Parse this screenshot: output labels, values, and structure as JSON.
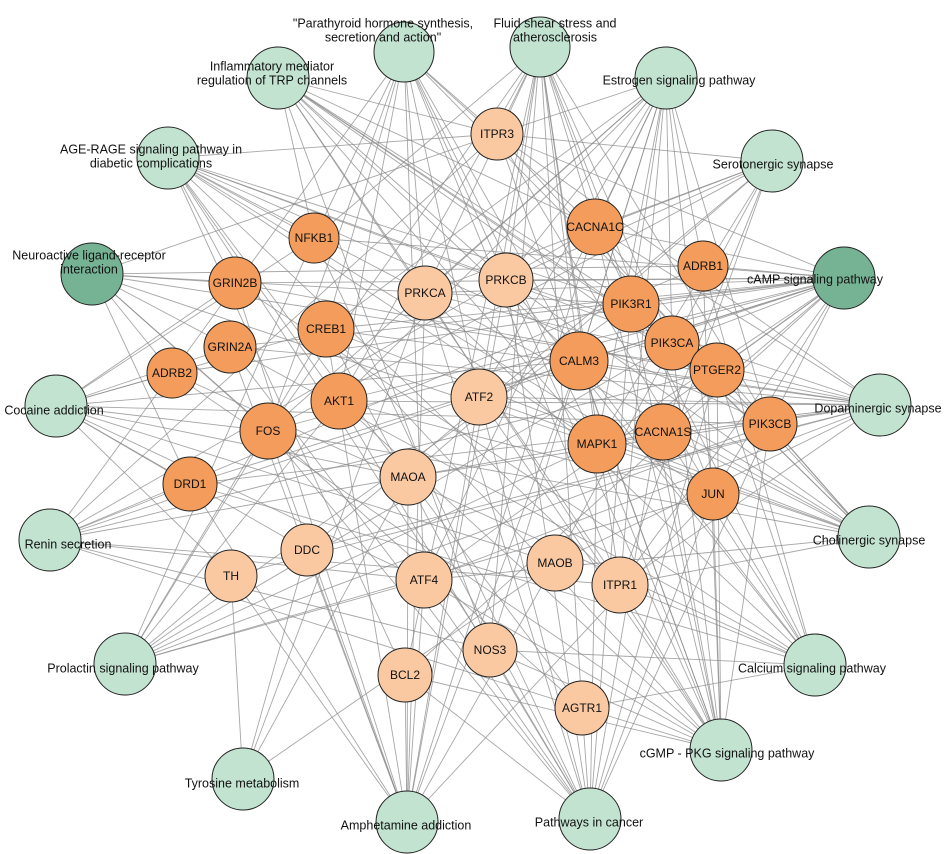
{
  "colors": {
    "pathway": "#c3e3d1",
    "pathway_highlight": "#76b394",
    "gene_strong": "#f39c5b",
    "gene_light": "#fac9a2",
    "edge": "#8a8a8a",
    "outline": "#222222"
  },
  "pathways": [
    {
      "id": "pthr",
      "label_lines": [
        "\"Parathyroid hormone synthesis,",
        "secretion and action\""
      ],
      "highlight": false
    },
    {
      "id": "fluid",
      "label_lines": [
        "Fluid shear stress and",
        "atherosclerosis"
      ],
      "highlight": false
    },
    {
      "id": "estrogen",
      "label_lines": [
        "Estrogen signaling pathway"
      ],
      "highlight": false
    },
    {
      "id": "serotonergic",
      "label_lines": [
        "Serotonergic synapse"
      ],
      "highlight": false
    },
    {
      "id": "camp",
      "label_lines": [
        "cAMP signaling pathway"
      ],
      "highlight": true
    },
    {
      "id": "dopaminergic",
      "label_lines": [
        "Dopaminergic synapse"
      ],
      "highlight": false
    },
    {
      "id": "cholinergic",
      "label_lines": [
        "Cholinergic synapse"
      ],
      "highlight": false
    },
    {
      "id": "calcium",
      "label_lines": [
        "Calcium signaling pathway"
      ],
      "highlight": false
    },
    {
      "id": "cgmp",
      "label_lines": [
        "cGMP - PKG signaling pathway"
      ],
      "highlight": false
    },
    {
      "id": "cancer",
      "label_lines": [
        "Pathways in cancer"
      ],
      "highlight": false
    },
    {
      "id": "amphetamine",
      "label_lines": [
        "Amphetamine addiction"
      ],
      "highlight": false
    },
    {
      "id": "tyrosine",
      "label_lines": [
        "Tyrosine metabolism"
      ],
      "highlight": false
    },
    {
      "id": "prolactin",
      "label_lines": [
        "Prolactin signaling pathway"
      ],
      "highlight": false
    },
    {
      "id": "renin",
      "label_lines": [
        "Renin secretion"
      ],
      "highlight": false
    },
    {
      "id": "cocaine",
      "label_lines": [
        "Cocaine addiction"
      ],
      "highlight": false
    },
    {
      "id": "neuroactive",
      "label_lines": [
        "Neuroactive ligand-receptor",
        "interaction"
      ],
      "highlight": true
    },
    {
      "id": "age",
      "label_lines": [
        "AGE-RAGE signaling pathway in",
        "diabetic complications"
      ],
      "highlight": false
    },
    {
      "id": "inflam",
      "label_lines": [
        "Inflammatory mediator",
        "regulation of TRP channels"
      ],
      "highlight": false
    }
  ],
  "genes": [
    {
      "id": "ITPR3",
      "label": "ITPR3",
      "tone": "light"
    },
    {
      "id": "CACNA1C",
      "label": "CACNA1C",
      "tone": "strong"
    },
    {
      "id": "NFKB1",
      "label": "NFKB1",
      "tone": "strong"
    },
    {
      "id": "ADRB1",
      "label": "ADRB1",
      "tone": "strong"
    },
    {
      "id": "GRIN2B",
      "label": "GRIN2B",
      "tone": "strong"
    },
    {
      "id": "PRKCA",
      "label": "PRKCA",
      "tone": "light"
    },
    {
      "id": "PRKCB",
      "label": "PRKCB",
      "tone": "light"
    },
    {
      "id": "PIK3R1",
      "label": "PIK3R1",
      "tone": "strong"
    },
    {
      "id": "CREB1",
      "label": "CREB1",
      "tone": "strong"
    },
    {
      "id": "GRIN2A",
      "label": "GRIN2A",
      "tone": "strong"
    },
    {
      "id": "PIK3CA",
      "label": "PIK3CA",
      "tone": "strong"
    },
    {
      "id": "CALM3",
      "label": "CALM3",
      "tone": "strong"
    },
    {
      "id": "PTGER2",
      "label": "PTGER2",
      "tone": "strong"
    },
    {
      "id": "ADRB2",
      "label": "ADRB2",
      "tone": "strong"
    },
    {
      "id": "AKT1",
      "label": "AKT1",
      "tone": "strong"
    },
    {
      "id": "ATF2",
      "label": "ATF2",
      "tone": "light"
    },
    {
      "id": "FOS",
      "label": "FOS",
      "tone": "strong"
    },
    {
      "id": "MAPK1",
      "label": "MAPK1",
      "tone": "strong"
    },
    {
      "id": "CACNA1S",
      "label": "CACNA1S",
      "tone": "strong"
    },
    {
      "id": "PIK3CB",
      "label": "PIK3CB",
      "tone": "strong"
    },
    {
      "id": "MAOA",
      "label": "MAOA",
      "tone": "light"
    },
    {
      "id": "DRD1",
      "label": "DRD1",
      "tone": "strong"
    },
    {
      "id": "JUN",
      "label": "JUN",
      "tone": "strong"
    },
    {
      "id": "DDC",
      "label": "DDC",
      "tone": "light"
    },
    {
      "id": "TH",
      "label": "TH",
      "tone": "light"
    },
    {
      "id": "ATF4",
      "label": "ATF4",
      "tone": "light"
    },
    {
      "id": "MAOB",
      "label": "MAOB",
      "tone": "light"
    },
    {
      "id": "ITPR1",
      "label": "ITPR1",
      "tone": "light"
    },
    {
      "id": "NOS3",
      "label": "NOS3",
      "tone": "light"
    },
    {
      "id": "BCL2",
      "label": "BCL2",
      "tone": "light"
    },
    {
      "id": "AGTR1",
      "label": "AGTR1",
      "tone": "light"
    }
  ],
  "edges": [
    [
      "ITPR3",
      "pthr"
    ],
    [
      "ITPR3",
      "fluid"
    ],
    [
      "ITPR3",
      "estrogen"
    ],
    [
      "ITPR3",
      "serotonergic"
    ],
    [
      "ITPR3",
      "camp"
    ],
    [
      "ITPR3",
      "dopaminergic"
    ],
    [
      "ITPR3",
      "cholinergic"
    ],
    [
      "ITPR3",
      "calcium"
    ],
    [
      "ITPR3",
      "cgmp"
    ],
    [
      "ITPR3",
      "inflam"
    ],
    [
      "ITPR3",
      "age"
    ],
    [
      "ITPR3",
      "renin"
    ],
    [
      "ITPR3",
      "neuroactive"
    ],
    [
      "ITPR1",
      "pthr"
    ],
    [
      "ITPR1",
      "fluid"
    ],
    [
      "ITPR1",
      "estrogen"
    ],
    [
      "ITPR1",
      "serotonergic"
    ],
    [
      "ITPR1",
      "camp"
    ],
    [
      "ITPR1",
      "dopaminergic"
    ],
    [
      "ITPR1",
      "cholinergic"
    ],
    [
      "ITPR1",
      "calcium"
    ],
    [
      "ITPR1",
      "cgmp"
    ],
    [
      "ITPR1",
      "inflam"
    ],
    [
      "ITPR1",
      "renin"
    ],
    [
      "ITPR1",
      "age"
    ],
    [
      "CALM3",
      "pthr"
    ],
    [
      "CALM3",
      "fluid"
    ],
    [
      "CALM3",
      "estrogen"
    ],
    [
      "CALM3",
      "camp"
    ],
    [
      "CALM3",
      "dopaminergic"
    ],
    [
      "CALM3",
      "cholinergic"
    ],
    [
      "CALM3",
      "calcium"
    ],
    [
      "CALM3",
      "cgmp"
    ],
    [
      "CALM3",
      "inflam"
    ],
    [
      "CALM3",
      "renin"
    ],
    [
      "CALM3",
      "amphetamine"
    ],
    [
      "CALM3",
      "cocaine"
    ],
    [
      "PRKCA",
      "pthr"
    ],
    [
      "PRKCA",
      "fluid"
    ],
    [
      "PRKCA",
      "estrogen"
    ],
    [
      "PRKCA",
      "serotonergic"
    ],
    [
      "PRKCA",
      "camp"
    ],
    [
      "PRKCA",
      "dopaminergic"
    ],
    [
      "PRKCA",
      "cholinergic"
    ],
    [
      "PRKCA",
      "calcium"
    ],
    [
      "PRKCA",
      "cgmp"
    ],
    [
      "PRKCA",
      "inflam"
    ],
    [
      "PRKCA",
      "age"
    ],
    [
      "PRKCA",
      "cancer"
    ],
    [
      "PRKCA",
      "amphetamine"
    ],
    [
      "PRKCA",
      "tyrosine"
    ],
    [
      "PRKCB",
      "pthr"
    ],
    [
      "PRKCB",
      "fluid"
    ],
    [
      "PRKCB",
      "estrogen"
    ],
    [
      "PRKCB",
      "serotonergic"
    ],
    [
      "PRKCB",
      "camp"
    ],
    [
      "PRKCB",
      "dopaminergic"
    ],
    [
      "PRKCB",
      "cholinergic"
    ],
    [
      "PRKCB",
      "calcium"
    ],
    [
      "PRKCB",
      "cgmp"
    ],
    [
      "PRKCB",
      "inflam"
    ],
    [
      "PRKCB",
      "age"
    ],
    [
      "PRKCB",
      "cancer"
    ],
    [
      "PRKCB",
      "amphetamine"
    ],
    [
      "PIK3R1",
      "estrogen"
    ],
    [
      "PIK3R1",
      "camp"
    ],
    [
      "PIK3R1",
      "cholinergic"
    ],
    [
      "PIK3R1",
      "cgmp"
    ],
    [
      "PIK3R1",
      "inflam"
    ],
    [
      "PIK3R1",
      "age"
    ],
    [
      "PIK3R1",
      "fluid"
    ],
    [
      "PIK3R1",
      "prolactin"
    ],
    [
      "PIK3R1",
      "cancer"
    ],
    [
      "PIK3R1",
      "neuroactive"
    ],
    [
      "PIK3CA",
      "estrogen"
    ],
    [
      "PIK3CA",
      "camp"
    ],
    [
      "PIK3CA",
      "cholinergic"
    ],
    [
      "PIK3CA",
      "cgmp"
    ],
    [
      "PIK3CA",
      "inflam"
    ],
    [
      "PIK3CA",
      "age"
    ],
    [
      "PIK3CA",
      "fluid"
    ],
    [
      "PIK3CA",
      "prolactin"
    ],
    [
      "PIK3CA",
      "cancer"
    ],
    [
      "PIK3CB",
      "estrogen"
    ],
    [
      "PIK3CB",
      "camp"
    ],
    [
      "PIK3CB",
      "cholinergic"
    ],
    [
      "PIK3CB",
      "cgmp"
    ],
    [
      "PIK3CB",
      "inflam"
    ],
    [
      "PIK3CB",
      "age"
    ],
    [
      "PIK3CB",
      "fluid"
    ],
    [
      "PIK3CB",
      "prolactin"
    ],
    [
      "PIK3CB",
      "cancer"
    ],
    [
      "PIK3CB",
      "cocaine"
    ],
    [
      "MAPK1",
      "pthr"
    ],
    [
      "MAPK1",
      "fluid"
    ],
    [
      "MAPK1",
      "estrogen"
    ],
    [
      "MAPK1",
      "serotonergic"
    ],
    [
      "MAPK1",
      "camp"
    ],
    [
      "MAPK1",
      "dopaminergic"
    ],
    [
      "MAPK1",
      "cholinergic"
    ],
    [
      "MAPK1",
      "cgmp"
    ],
    [
      "MAPK1",
      "inflam"
    ],
    [
      "MAPK1",
      "age"
    ],
    [
      "MAPK1",
      "prolactin"
    ],
    [
      "MAPK1",
      "cancer"
    ],
    [
      "MAPK1",
      "neuroactive"
    ],
    [
      "AKT1",
      "estrogen"
    ],
    [
      "AKT1",
      "camp"
    ],
    [
      "AKT1",
      "dopaminergic"
    ],
    [
      "AKT1",
      "cholinergic"
    ],
    [
      "AKT1",
      "cgmp"
    ],
    [
      "AKT1",
      "age"
    ],
    [
      "AKT1",
      "fluid"
    ],
    [
      "AKT1",
      "prolactin"
    ],
    [
      "AKT1",
      "cancer"
    ],
    [
      "AKT1",
      "pthr"
    ],
    [
      "CREB1",
      "pthr"
    ],
    [
      "CREB1",
      "estrogen"
    ],
    [
      "CREB1",
      "camp"
    ],
    [
      "CREB1",
      "dopaminergic"
    ],
    [
      "CREB1",
      "cholinergic"
    ],
    [
      "CREB1",
      "cgmp"
    ],
    [
      "CREB1",
      "cocaine"
    ],
    [
      "CREB1",
      "amphetamine"
    ],
    [
      "CREB1",
      "cancer"
    ],
    [
      "CREB1",
      "prolactin"
    ],
    [
      "FOS",
      "pthr"
    ],
    [
      "FOS",
      "estrogen"
    ],
    [
      "FOS",
      "camp"
    ],
    [
      "FOS",
      "serotonergic"
    ],
    [
      "FOS",
      "cholinergic"
    ],
    [
      "FOS",
      "fluid"
    ],
    [
      "FOS",
      "prolactin"
    ],
    [
      "FOS",
      "cancer"
    ],
    [
      "FOS",
      "amphetamine"
    ],
    [
      "FOS",
      "cocaine"
    ],
    [
      "FOS",
      "neuroactive"
    ],
    [
      "JUN",
      "estrogen"
    ],
    [
      "JUN",
      "camp"
    ],
    [
      "JUN",
      "fluid"
    ],
    [
      "JUN",
      "prolactin"
    ],
    [
      "JUN",
      "cancer"
    ],
    [
      "JUN",
      "amphetamine"
    ],
    [
      "JUN",
      "age"
    ],
    [
      "JUN",
      "cgmp"
    ],
    [
      "NFKB1",
      "age"
    ],
    [
      "NFKB1",
      "fluid"
    ],
    [
      "NFKB1",
      "camp"
    ],
    [
      "NFKB1",
      "cancer"
    ],
    [
      "NFKB1",
      "prolactin"
    ],
    [
      "NFKB1",
      "inflam"
    ],
    [
      "NFKB1",
      "cocaine"
    ],
    [
      "NFKB1",
      "pthr"
    ],
    [
      "CACNA1C",
      "pthr"
    ],
    [
      "CACNA1C",
      "fluid"
    ],
    [
      "CACNA1C",
      "serotonergic"
    ],
    [
      "CACNA1C",
      "camp"
    ],
    [
      "CACNA1C",
      "dopaminergic"
    ],
    [
      "CACNA1C",
      "cholinergic"
    ],
    [
      "CACNA1C",
      "calcium"
    ],
    [
      "CACNA1C",
      "cgmp"
    ],
    [
      "CACNA1C",
      "renin"
    ],
    [
      "CACNA1C",
      "amphetamine"
    ],
    [
      "CACNA1C",
      "inflam"
    ],
    [
      "CACNA1C",
      "estrogen"
    ],
    [
      "CACNA1S",
      "camp"
    ],
    [
      "CACNA1S",
      "calcium"
    ],
    [
      "CACNA1S",
      "cgmp"
    ],
    [
      "CACNA1S",
      "renin"
    ],
    [
      "CACNA1S",
      "cholinergic"
    ],
    [
      "CACNA1S",
      "serotonergic"
    ],
    [
      "ADRB1",
      "camp"
    ],
    [
      "ADRB1",
      "calcium"
    ],
    [
      "ADRB1",
      "cgmp"
    ],
    [
      "ADRB1",
      "renin"
    ],
    [
      "ADRB1",
      "neuroactive"
    ],
    [
      "ADRB1",
      "estrogen"
    ],
    [
      "ADRB2",
      "camp"
    ],
    [
      "ADRB2",
      "calcium"
    ],
    [
      "ADRB2",
      "cgmp"
    ],
    [
      "ADRB2",
      "renin"
    ],
    [
      "ADRB2",
      "neuroactive"
    ],
    [
      "ADRB2",
      "pthr"
    ],
    [
      "ADRB2",
      "cocaine"
    ],
    [
      "PTGER2",
      "camp"
    ],
    [
      "PTGER2",
      "calcium"
    ],
    [
      "PTGER2",
      "cgmp"
    ],
    [
      "PTGER2",
      "renin"
    ],
    [
      "PTGER2",
      "neuroactive"
    ],
    [
      "PTGER2",
      "pthr"
    ],
    [
      "PTGER2",
      "inflam"
    ],
    [
      "PTGER2",
      "cancer"
    ],
    [
      "GRIN2A",
      "camp"
    ],
    [
      "GRIN2A",
      "dopaminergic"
    ],
    [
      "GRIN2A",
      "calcium"
    ],
    [
      "GRIN2A",
      "cocaine"
    ],
    [
      "GRIN2A",
      "amphetamine"
    ],
    [
      "GRIN2A",
      "neuroactive"
    ],
    [
      "GRIN2A",
      "cancer"
    ],
    [
      "GRIN2B",
      "camp"
    ],
    [
      "GRIN2B",
      "dopaminergic"
    ],
    [
      "GRIN2B",
      "calcium"
    ],
    [
      "GRIN2B",
      "cocaine"
    ],
    [
      "GRIN2B",
      "amphetamine"
    ],
    [
      "GRIN2B",
      "neuroactive"
    ],
    [
      "GRIN2B",
      "age"
    ],
    [
      "ATF2",
      "pthr"
    ],
    [
      "ATF2",
      "estrogen"
    ],
    [
      "ATF2",
      "camp"
    ],
    [
      "ATF2",
      "dopaminergic"
    ],
    [
      "ATF2",
      "cholinergic"
    ],
    [
      "ATF2",
      "cgmp"
    ],
    [
      "ATF2",
      "amphetamine"
    ],
    [
      "ATF2",
      "fluid"
    ],
    [
      "ATF2",
      "cancer"
    ],
    [
      "ATF4",
      "pthr"
    ],
    [
      "ATF4",
      "estrogen"
    ],
    [
      "ATF4",
      "camp"
    ],
    [
      "ATF4",
      "dopaminergic"
    ],
    [
      "ATF4",
      "cholinergic"
    ],
    [
      "ATF4",
      "cgmp"
    ],
    [
      "ATF4",
      "amphetamine"
    ],
    [
      "ATF4",
      "cocaine"
    ],
    [
      "ATF4",
      "cancer"
    ],
    [
      "ATF4",
      "renin"
    ],
    [
      "ATF4",
      "prolactin"
    ],
    [
      "MAOA",
      "serotonergic"
    ],
    [
      "MAOA",
      "dopaminergic"
    ],
    [
      "MAOA",
      "tyrosine"
    ],
    [
      "MAOA",
      "amphetamine"
    ],
    [
      "MAOA",
      "cocaine"
    ],
    [
      "MAOB",
      "serotonergic"
    ],
    [
      "MAOB",
      "dopaminergic"
    ],
    [
      "MAOB",
      "tyrosine"
    ],
    [
      "MAOB",
      "amphetamine"
    ],
    [
      "MAOB",
      "cocaine"
    ],
    [
      "DRD1",
      "camp"
    ],
    [
      "DRD1",
      "dopaminergic"
    ],
    [
      "DRD1",
      "cocaine"
    ],
    [
      "DRD1",
      "amphetamine"
    ],
    [
      "DRD1",
      "neuroactive"
    ],
    [
      "DRD1",
      "renin"
    ],
    [
      "DRD1",
      "calcium"
    ],
    [
      "TH",
      "tyrosine"
    ],
    [
      "TH",
      "amphetamine"
    ],
    [
      "TH",
      "cocaine"
    ],
    [
      "TH",
      "dopaminergic"
    ],
    [
      "TH",
      "prolactin"
    ],
    [
      "DDC",
      "tyrosine"
    ],
    [
      "DDC",
      "serotonergic"
    ],
    [
      "DDC",
      "dopaminergic"
    ],
    [
      "DDC",
      "amphetamine"
    ],
    [
      "DDC",
      "cocaine"
    ],
    [
      "NOS3",
      "fluid"
    ],
    [
      "NOS3",
      "estrogen"
    ],
    [
      "NOS3",
      "calcium"
    ],
    [
      "NOS3",
      "cgmp"
    ],
    [
      "NOS3",
      "age"
    ],
    [
      "NOS3",
      "renin"
    ],
    [
      "NOS3",
      "cancer"
    ],
    [
      "NOS3",
      "inflam"
    ],
    [
      "BCL2",
      "fluid"
    ],
    [
      "BCL2",
      "cgmp"
    ],
    [
      "BCL2",
      "age"
    ],
    [
      "BCL2",
      "cancer"
    ],
    [
      "BCL2",
      "amphetamine"
    ],
    [
      "BCL2",
      "camp"
    ],
    [
      "AGTR1",
      "calcium"
    ],
    [
      "AGTR1",
      "cgmp"
    ],
    [
      "AGTR1",
      "age"
    ],
    [
      "AGTR1",
      "renin"
    ],
    [
      "AGTR1",
      "neuroactive"
    ],
    [
      "AGTR1",
      "cancer"
    ],
    [
      "AGTR1",
      "fluid"
    ]
  ]
}
